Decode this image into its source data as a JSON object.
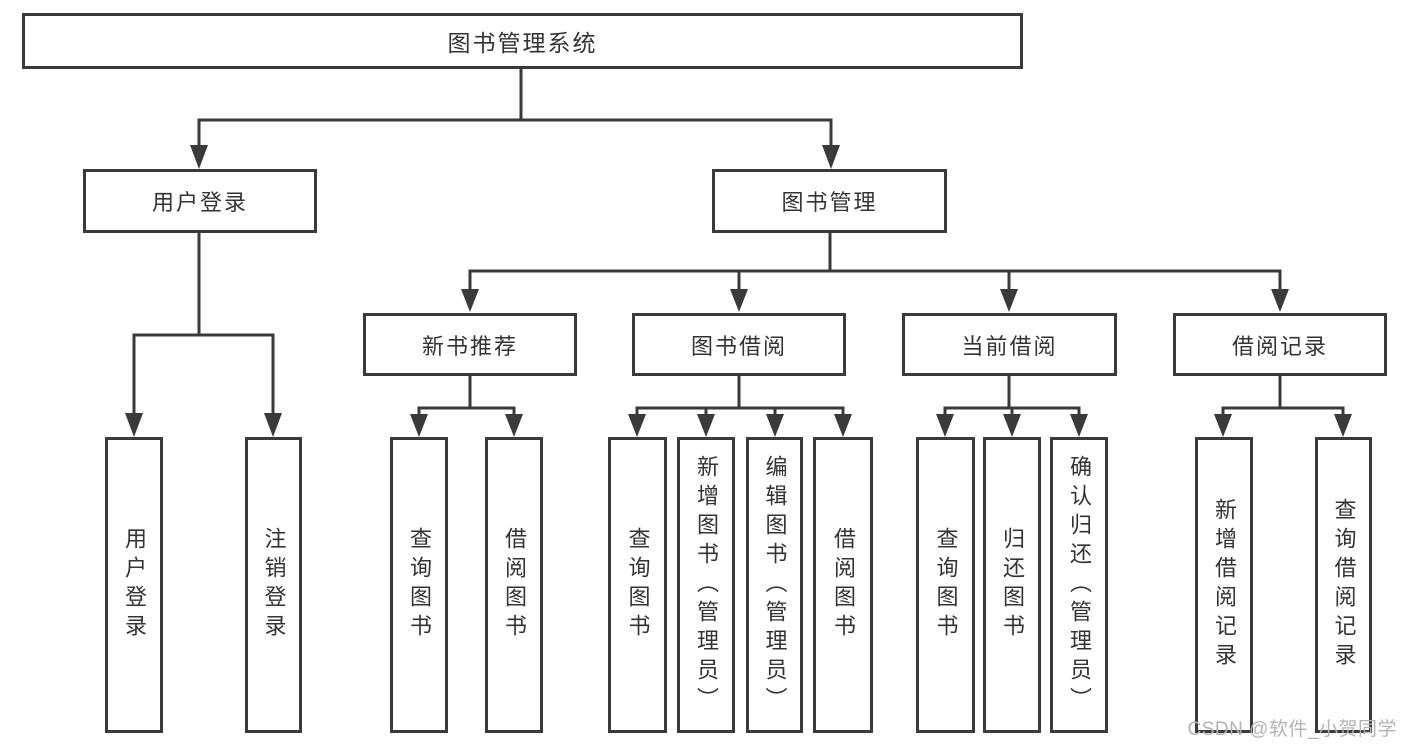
{
  "diagram_title": "图书管理系统",
  "tree": {
    "root": {
      "label": "图书管理系统",
      "children": [
        {
          "label": "用户登录",
          "children": [
            {
              "label": "用户登录"
            },
            {
              "label": "注销登录"
            }
          ]
        },
        {
          "label": "图书管理",
          "children": [
            {
              "label": "新书推荐",
              "children": [
                {
                  "label": "查询图书"
                },
                {
                  "label": "借阅图书"
                }
              ]
            },
            {
              "label": "图书借阅",
              "children": [
                {
                  "label": "查询图书"
                },
                {
                  "label": "新增图书（管理员）"
                },
                {
                  "label": "编辑图书（管理员）"
                },
                {
                  "label": "借阅图书"
                }
              ]
            },
            {
              "label": "当前借阅",
              "children": [
                {
                  "label": "查询图书"
                },
                {
                  "label": "归还图书"
                },
                {
                  "label": "确认归还（管理员）"
                }
              ]
            },
            {
              "label": "借阅记录",
              "children": [
                {
                  "label": "新增借阅记录"
                },
                {
                  "label": "查询借阅记录"
                }
              ]
            }
          ]
        }
      ]
    }
  },
  "watermark": {
    "text": "CSDN @软件_小贺同学"
  },
  "colors": {
    "line": "#3a3a3a",
    "text": "#333333",
    "watermark": "#b3b3b3",
    "background": "#ffffff"
  }
}
